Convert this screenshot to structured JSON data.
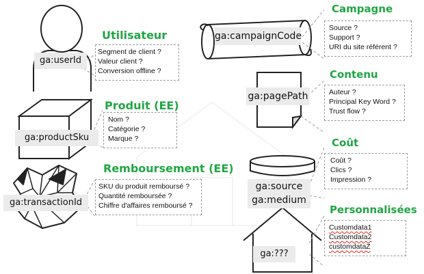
{
  "sections": {
    "user": {
      "title": "Utilisateur",
      "key": "ga:userId",
      "items": [
        "Segment de client ?",
        "Valeur client ?",
        "Conversion offline ?"
      ],
      "icon": "person-icon"
    },
    "product": {
      "title": "Produit (EE)",
      "key": "ga:productSku",
      "items": [
        "Nom ?",
        "Catégorie ?",
        "Marque ?"
      ],
      "icon": "box-icon"
    },
    "refund": {
      "title": "Remboursement (EE)",
      "key": "ga:transactionId",
      "items": [
        "SKU du produit remboursé ?",
        "Quantité remboursée ?",
        "Chiffre d'affaires remboursé ?"
      ],
      "icon": "crumpled-paper-icon"
    },
    "campaign": {
      "title": "Campagne",
      "key": "ga:campaignCode",
      "items": [
        "Source ?",
        "Support ?",
        "URI du site référent ?"
      ],
      "icon": "scroll-icon"
    },
    "content": {
      "title": "Contenu",
      "key": "ga:pagePath",
      "items": [
        "Auteur ?",
        "Principal Key Word ?",
        "Trust flow ?"
      ],
      "icon": "page-icon"
    },
    "cost": {
      "title": "Coût",
      "key_line1": "ga:source",
      "key_line2": "ga:medium",
      "items": [
        "Coût ?",
        "Clics ?",
        "Impression ?"
      ],
      "icon": "disk-icon"
    },
    "custom": {
      "title": "Personnalisées",
      "key": "ga:???",
      "items": [
        "Customdata1",
        "Customdata2",
        "customdataZ"
      ],
      "icon": "house-icon"
    }
  },
  "colors": {
    "heading": "#21a644",
    "key_background": "#ebebeb",
    "connector": "#9a9a9a",
    "spellcheck": "#e0261b"
  }
}
